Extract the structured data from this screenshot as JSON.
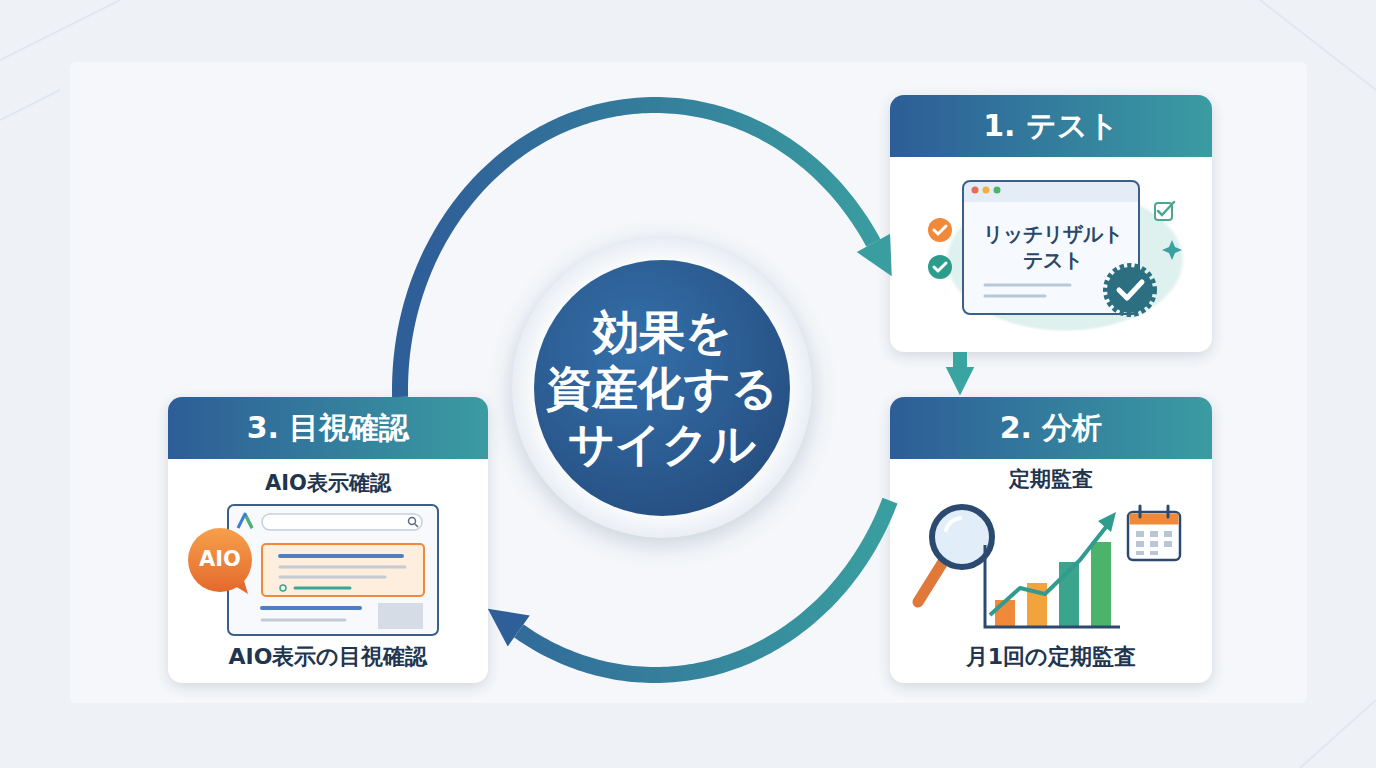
{
  "diagram": {
    "nodes": [
      {
        "text": [
          "効果を 資産化する サイクル"
        ]
      },
      {
        "text": [
          "1. テスト"
        ]
      },
      {
        "text": [
          "リッチリザルト テスト"
        ],
        "in": 1
      },
      {
        "text": [
          "2. 分析",
          "定期監査",
          "月1回の定期監査"
        ]
      },
      {
        "text": [
          "3. 目視確認",
          "AIO表示確認",
          "AIO表示の目視確認"
        ]
      },
      {
        "text": [
          "AIO"
        ],
        "in": 4
      }
    ],
    "edges": [
      {
        "from": 1,
        "to": 3,
        "arrow": "to"
      },
      {
        "from": 3,
        "to": 4,
        "arrow": "to"
      },
      {
        "from": 4,
        "to": 1,
        "arrow": "to"
      }
    ]
  }
}
